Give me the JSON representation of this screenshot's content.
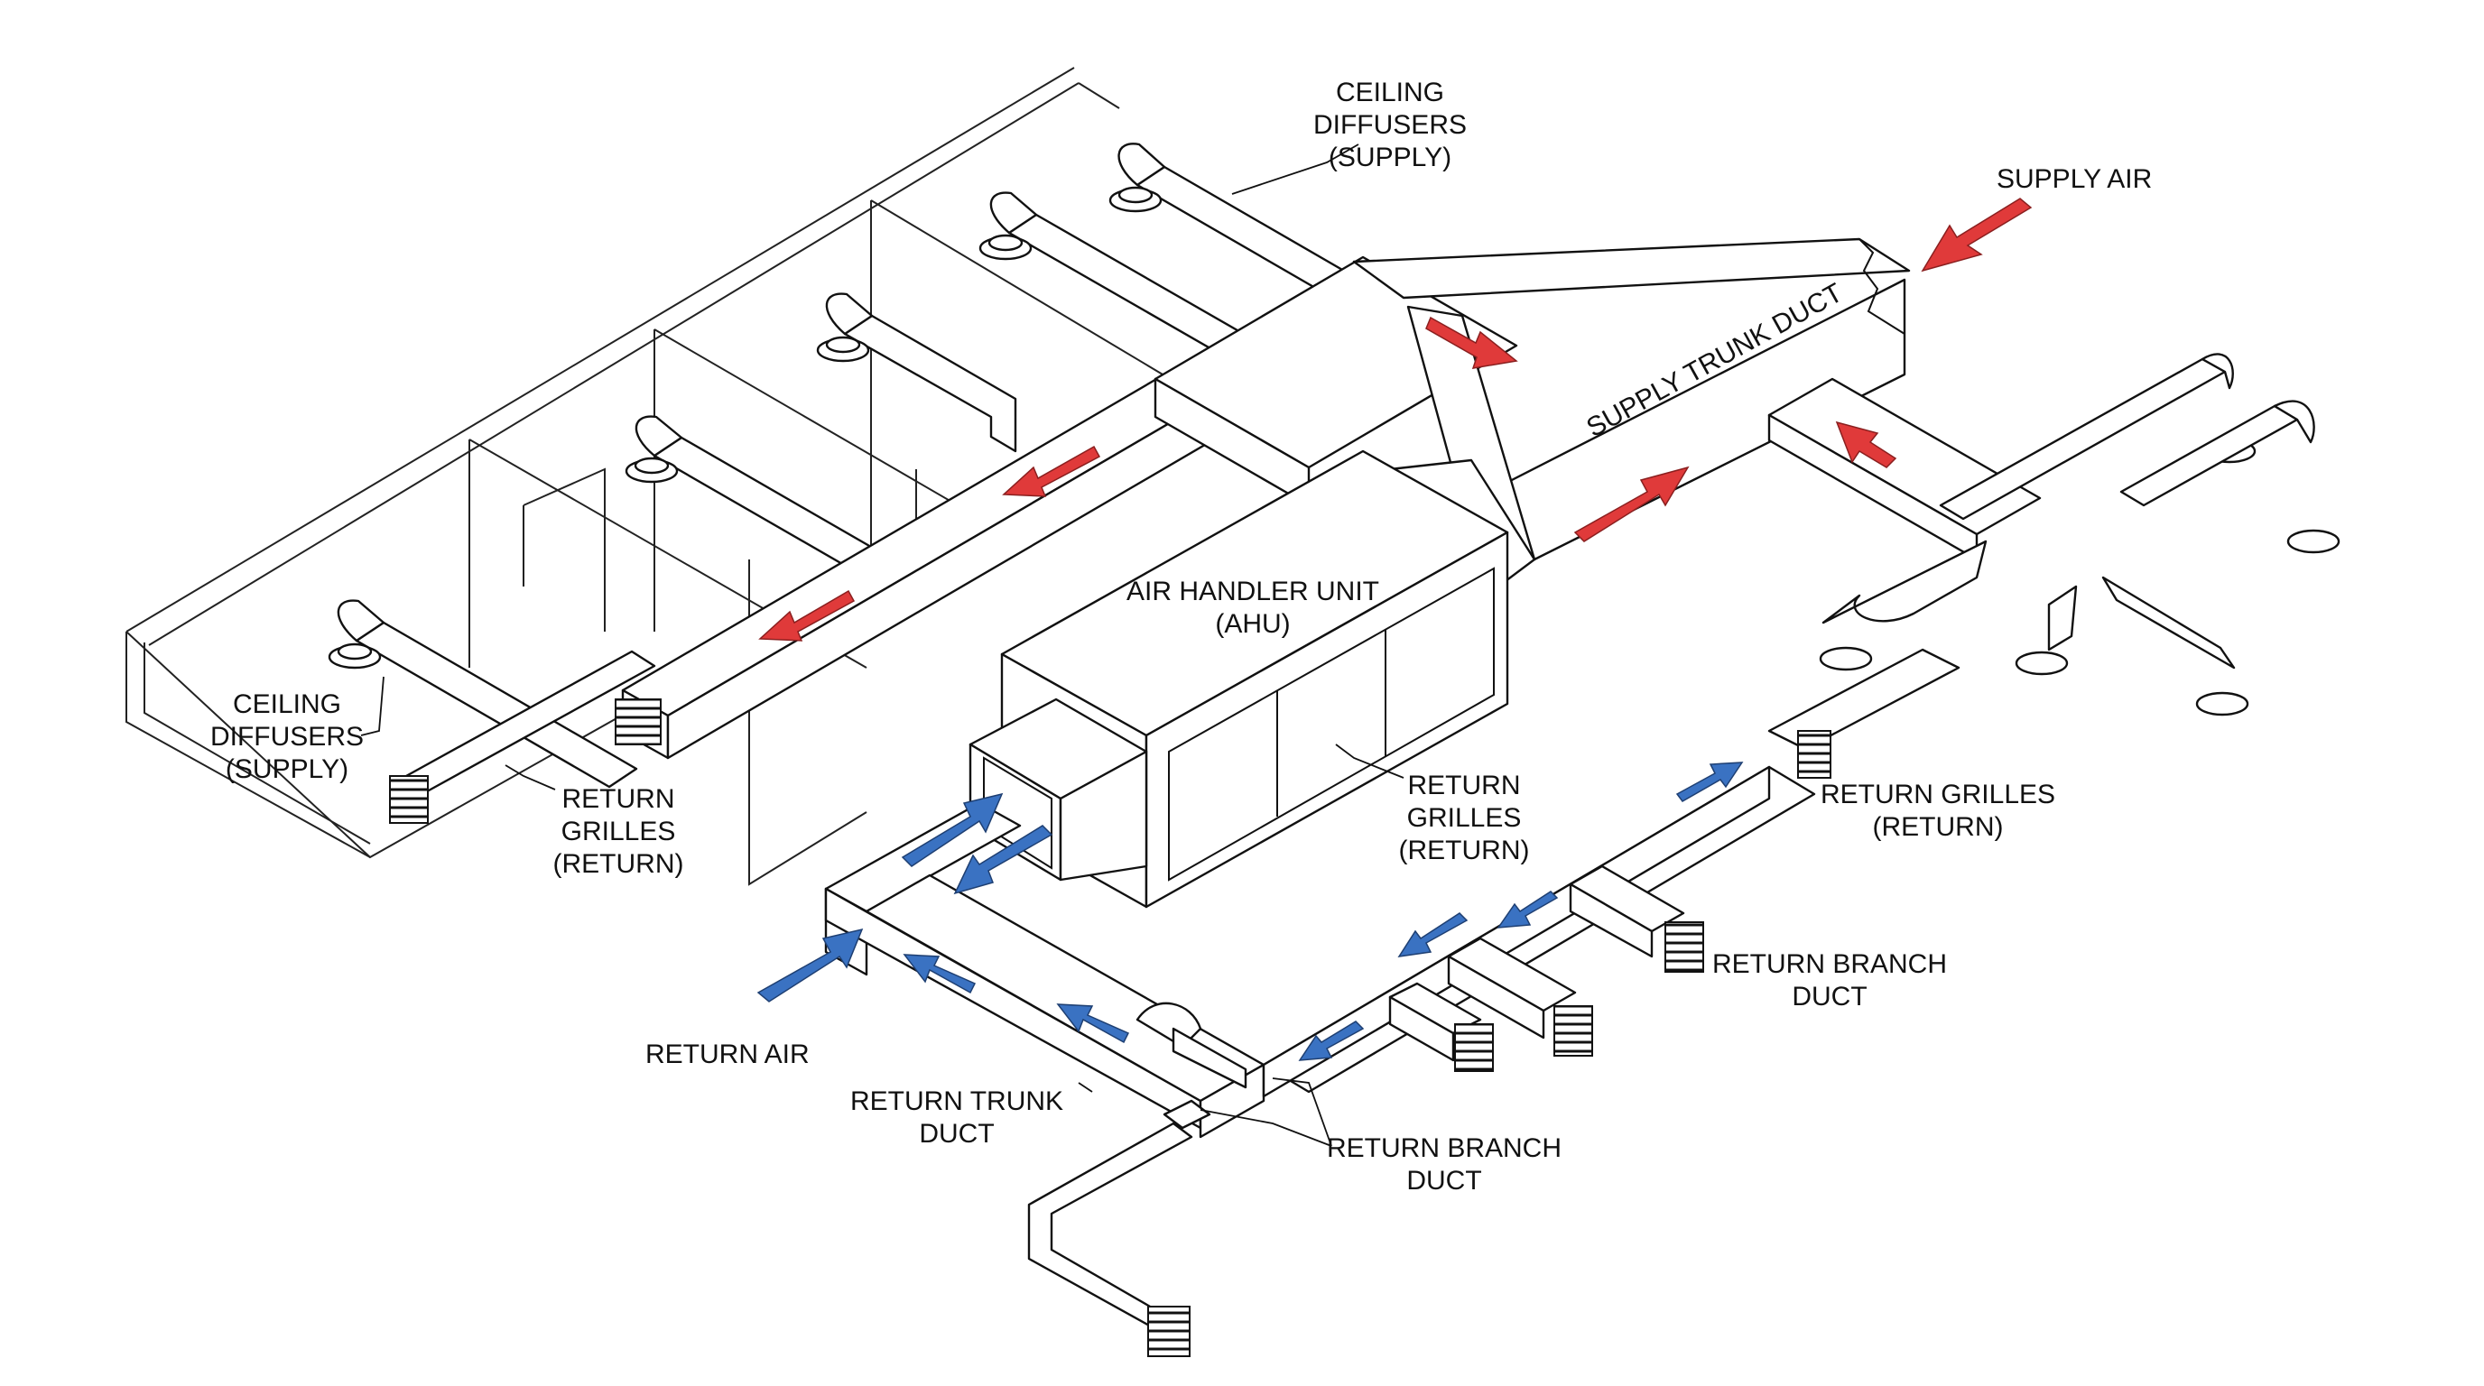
{
  "colors": {
    "supply_arrow": "#e03a3a",
    "return_arrow": "#3a72c2",
    "line": "#111111",
    "background": "#ffffff"
  },
  "labels": {
    "ceiling_diffusers_top": [
      "CEILING",
      "DIFFUSERS",
      "(SUPPLY)"
    ],
    "supply_air": "SUPPLY AIR",
    "supply_trunk_duct": "SUPPLY TRUNK DUCT",
    "air_handler_unit": [
      "AIR HANDLER UNIT",
      "(AHU)"
    ],
    "ceiling_diffusers_left": [
      "CEILING",
      "DIFFUSERS",
      "(SUPPLY)"
    ],
    "return_grilles_left": [
      "RETURN",
      "GRILLES",
      "(RETURN)"
    ],
    "return_grilles_ahu": [
      "RETURN",
      "GRILLES",
      "(RETURN)"
    ],
    "return_grilles_right": [
      "RETURN GRILLES",
      "(RETURN)"
    ],
    "return_branch_duct_right": [
      "RETURN BRANCH",
      "DUCT"
    ],
    "return_air": "RETURN AIR",
    "return_trunk_duct": [
      "RETURN TRUNK",
      "DUCT"
    ],
    "return_branch_duct_bottom": [
      "RETURN BRANCH",
      "DUCT"
    ]
  }
}
